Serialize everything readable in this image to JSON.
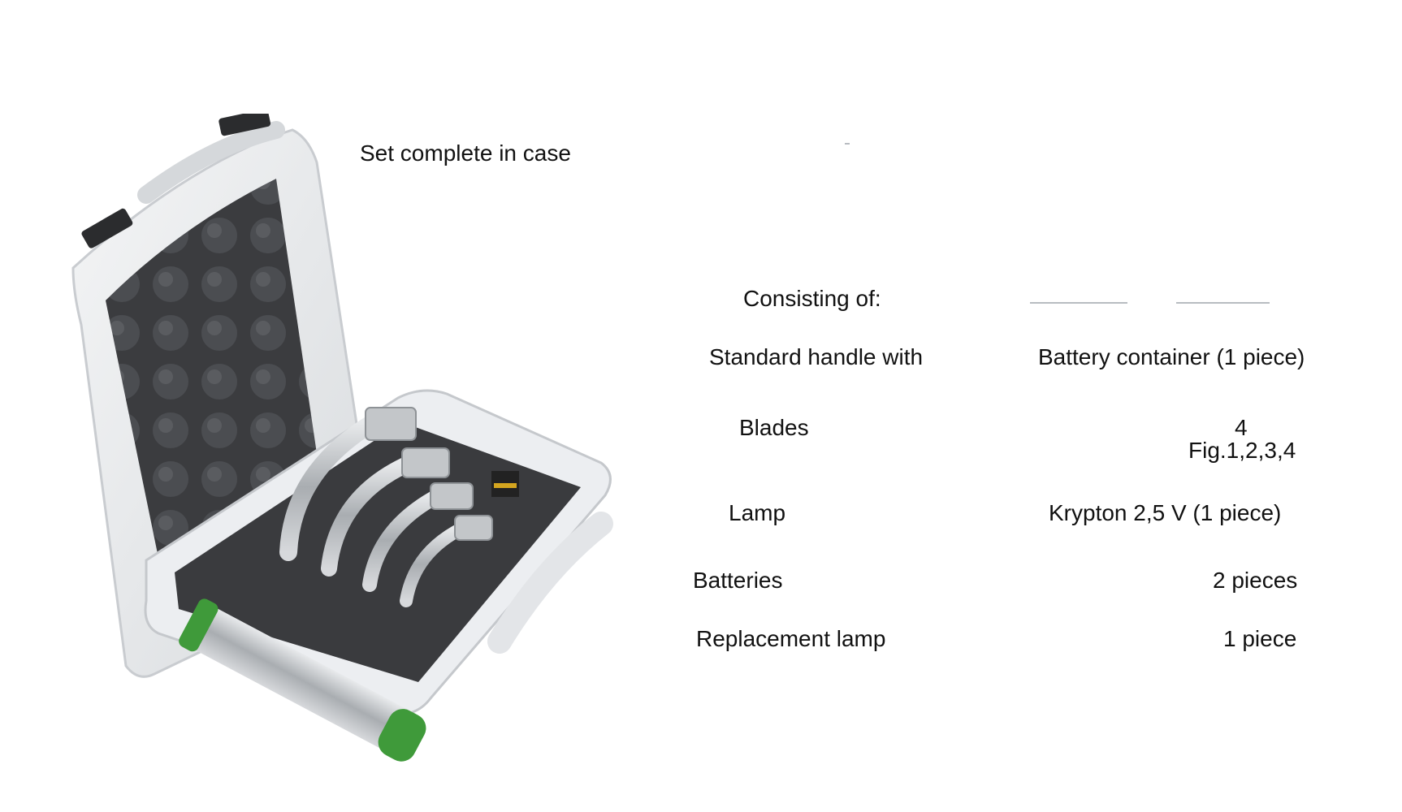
{
  "header": {
    "title": "Set complete in case"
  },
  "contents": {
    "heading": "Consisting of:",
    "items": [
      {
        "name": "Standard handle with",
        "detail": "Battery container (1 piece)"
      },
      {
        "name": "Blades",
        "detail": "4",
        "detail2": "Fig.1,2,3,4"
      },
      {
        "name": "Lamp",
        "detail": "Krypton 2,5 V (1 piece)"
      },
      {
        "name": "Batteries",
        "detail": "2 pieces"
      },
      {
        "name": "Replacement lamp",
        "detail": "1 piece"
      }
    ]
  },
  "colors": {
    "case_shell": "#e9ebee",
    "foam": "#3a3b3e",
    "handle_band": "#3f9a3a",
    "metal": "#b9bcbf"
  }
}
